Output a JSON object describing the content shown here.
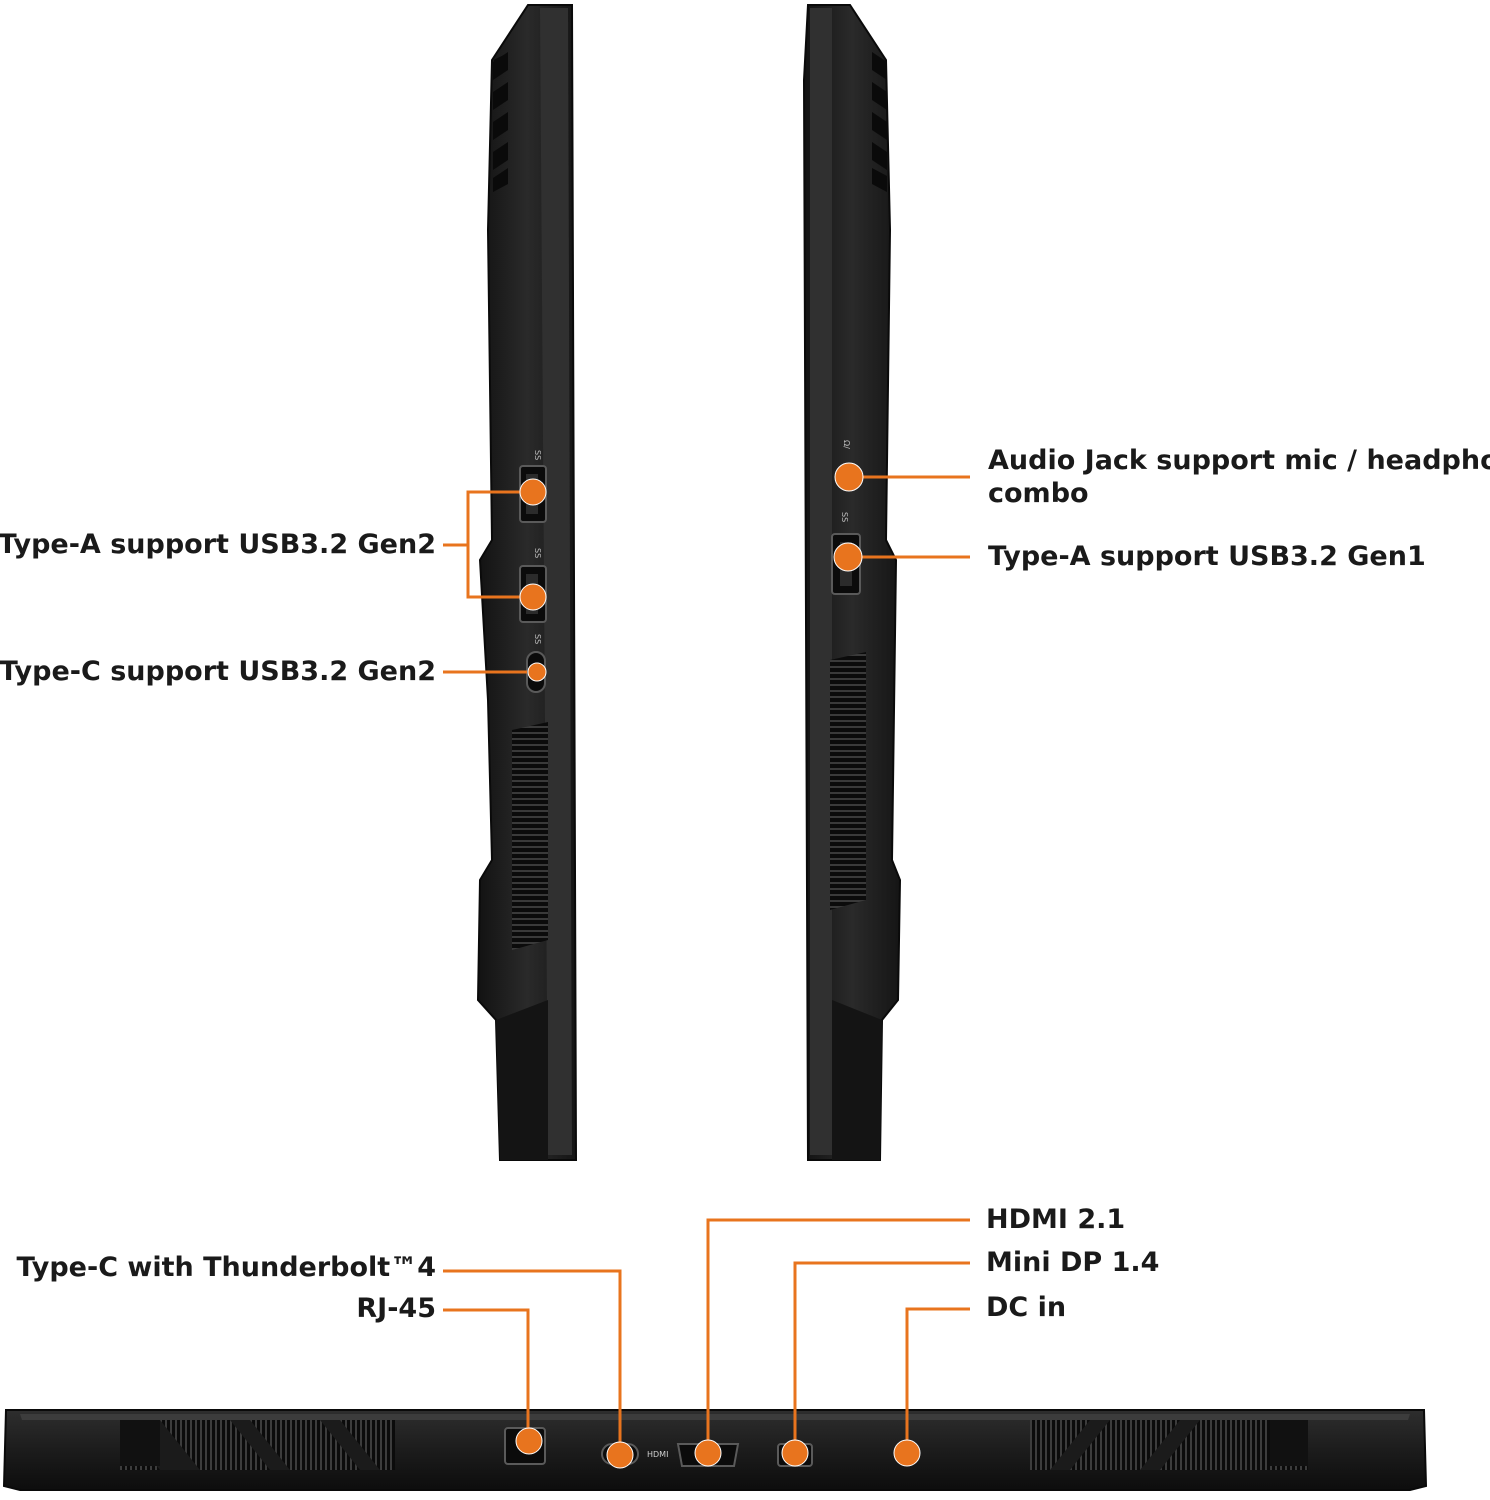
{
  "accent_color": "#e8741e",
  "device_color": "#1e1e1e",
  "callouts": {
    "left_side": {
      "type_a_usb": "Type-A support USB3.2 Gen2",
      "type_c_usb": "Type-C support USB3.2 Gen2"
    },
    "right_side": {
      "audio_jack_line1": "Audio Jack support mic / headphone",
      "audio_jack_line2": "combo",
      "type_a_usb": "Type-A support USB3.2 Gen1"
    },
    "rear": {
      "thunderbolt": "Type-C with Thunderbolt™4",
      "rj45": "RJ-45",
      "hdmi": "HDMI 2.1",
      "mini_dp": "Mini DP 1.4",
      "dc_in": "DC in"
    }
  },
  "port_markings": {
    "hdmi": "HDMI"
  }
}
